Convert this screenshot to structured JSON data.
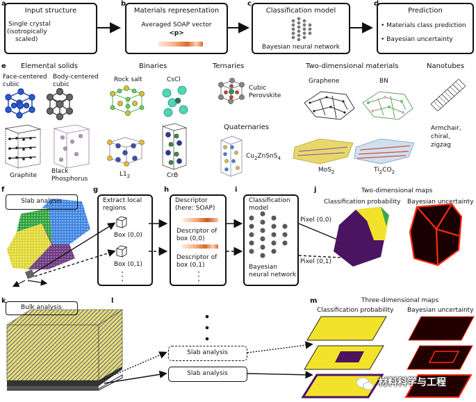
{
  "panel_a": {
    "letter": "a",
    "title": "Input structure",
    "line1": "Single crystal",
    "line2": "(isotropically",
    "line3": "scaled)"
  },
  "panel_b": {
    "letter": "b",
    "title": "Materials representation",
    "line1": "Averaged SOAP vector",
    "line2": "<p>"
  },
  "panel_c": {
    "letter": "c",
    "title": "Classification model",
    "line1": "Bayesian neural network"
  },
  "panel_d": {
    "letter": "d",
    "title": "Prediction",
    "item1": "• Materials class prediction",
    "item2": "• Bayesian uncertainty"
  },
  "panel_e": {
    "letter": "e",
    "group_elemental": "Elemental solids",
    "fcc_1": "Face-centered",
    "fcc_2": "cubic",
    "bcc_1": "Body-centered",
    "bcc_2": "cubic",
    "graphite": "Graphite",
    "bp_1": "Black",
    "bp_2": "Phosphorus",
    "group_binaries": "Binaries",
    "rocksalt": "Rock salt",
    "cscl": "CsCl",
    "l12": "L1",
    "l12_sub": "2",
    "crb": "CrB",
    "group_ternaries": "Ternaries",
    "perov_1": "Cubic",
    "perov_2": "Perovskite",
    "group_quaternaries": "Quaternaries",
    "czts_a": "Cu",
    "czts_a_sub": "2",
    "czts_b": "ZnSnS",
    "czts_b_sub": "4",
    "group_2d": "Two-dimensional materials",
    "graphene": "Graphene",
    "bn": "BN",
    "mos2": "MoS",
    "mos2_sub": "2",
    "ti2co2_a": "Ti",
    "ti2co2_a_sub": "2",
    "ti2co2_b": "CO",
    "ti2co2_b_sub": "2",
    "group_nanotubes": "Nanotubes",
    "nt_1": "Armchair,",
    "nt_2": "chiral,",
    "nt_3": "zigzag"
  },
  "panel_f": {
    "letter": "f",
    "title": "Slab analysis"
  },
  "panel_g": {
    "letter": "g",
    "title_1": "Extract local",
    "title_2": "regions",
    "box1": "Box (0,0)",
    "box2": "Box (0,1)"
  },
  "panel_h": {
    "letter": "h",
    "title_1": "Descriptor",
    "title_2": "(here: SOAP)",
    "d1_1": "Descriptor of",
    "d1_2": "box (0,0)",
    "d2_1": "Descriptor of",
    "d2_2": "box (0,1)"
  },
  "panel_i": {
    "letter": "i",
    "title_1": "Classification",
    "title_2": "model",
    "bnn_1": "Bayesian",
    "bnn_2": "neural network",
    "pixel1": "Pixel (0,0)",
    "pixel2": "Pixel (0,1)"
  },
  "panel_j": {
    "letter": "j",
    "title": "Two-dimensional maps",
    "sub1": "Classification probability",
    "sub2": "Bayesian uncertainty"
  },
  "panel_k": {
    "letter": "k",
    "title": "Bulk analysis"
  },
  "panel_l": {
    "letter": "l",
    "slab1": "Slab analysis",
    "slab2": "Slab analysis"
  },
  "panel_m": {
    "letter": "m",
    "title": "Three-dimensional maps",
    "sub1": "Classification probability",
    "sub2": "Bayesian uncertainty"
  },
  "watermark": "材料科学与工程",
  "colors": {
    "yellow": "#f2e32a",
    "purple": "#4b1461",
    "uncert_red": "#ff2a10",
    "blue_atom": "#2a5bd0",
    "green_atom": "#5ec24a",
    "gold_atom": "#e8b830"
  }
}
